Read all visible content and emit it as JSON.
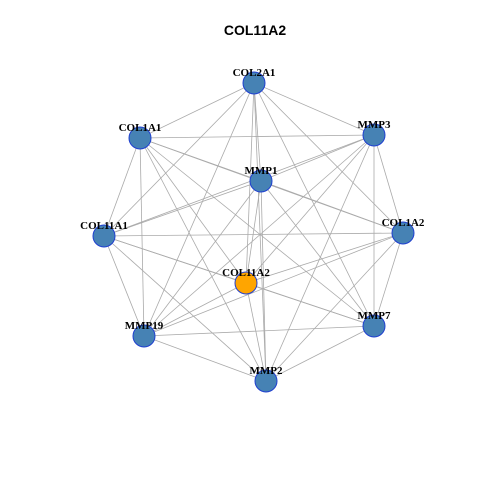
{
  "title": "COL11A2",
  "colors": {
    "edge": "#aaaaaa",
    "node_fill": "#4682b4",
    "node_border": "#1f3fd0",
    "center_fill": "#ffa500"
  },
  "nodes": [
    {
      "id": "COL2A1",
      "label": "COL2A1",
      "center": false
    },
    {
      "id": "COL1A1",
      "label": "COL1A1",
      "center": false
    },
    {
      "id": "MMP3",
      "label": "MMP3",
      "center": false
    },
    {
      "id": "MMP1",
      "label": "MMP1",
      "center": false
    },
    {
      "id": "COL11A1",
      "label": "COL11A1",
      "center": false
    },
    {
      "id": "COL1A2",
      "label": "COL1A2",
      "center": false
    },
    {
      "id": "COL11A2",
      "label": "COL11A2",
      "center": true
    },
    {
      "id": "MMP19",
      "label": "MMP19",
      "center": false
    },
    {
      "id": "MMP7",
      "label": "MMP7",
      "center": false
    },
    {
      "id": "MMP2",
      "label": "MMP2",
      "center": false
    }
  ],
  "edges": [
    [
      "COL2A1",
      "COL1A1"
    ],
    [
      "COL2A1",
      "MMP3"
    ],
    [
      "COL2A1",
      "MMP1"
    ],
    [
      "COL2A1",
      "COL11A1"
    ],
    [
      "COL2A1",
      "COL1A2"
    ],
    [
      "COL2A1",
      "COL11A2"
    ],
    [
      "COL2A1",
      "MMP19"
    ],
    [
      "COL2A1",
      "MMP7"
    ],
    [
      "COL2A1",
      "MMP2"
    ],
    [
      "COL1A1",
      "MMP3"
    ],
    [
      "COL1A1",
      "MMP1"
    ],
    [
      "COL1A1",
      "COL11A1"
    ],
    [
      "COL1A1",
      "COL1A2"
    ],
    [
      "COL1A1",
      "COL11A2"
    ],
    [
      "COL1A1",
      "MMP19"
    ],
    [
      "COL1A1",
      "MMP7"
    ],
    [
      "COL1A1",
      "MMP2"
    ],
    [
      "MMP3",
      "MMP1"
    ],
    [
      "MMP3",
      "COL11A1"
    ],
    [
      "MMP3",
      "COL1A2"
    ],
    [
      "MMP3",
      "COL11A2"
    ],
    [
      "MMP3",
      "MMP19"
    ],
    [
      "MMP3",
      "MMP7"
    ],
    [
      "MMP3",
      "MMP2"
    ],
    [
      "MMP1",
      "COL11A1"
    ],
    [
      "MMP1",
      "COL1A2"
    ],
    [
      "MMP1",
      "COL11A2"
    ],
    [
      "MMP1",
      "MMP19"
    ],
    [
      "MMP1",
      "MMP7"
    ],
    [
      "MMP1",
      "MMP2"
    ],
    [
      "COL11A1",
      "COL1A2"
    ],
    [
      "COL11A1",
      "COL11A2"
    ],
    [
      "COL11A1",
      "MMP19"
    ],
    [
      "COL11A1",
      "MMP7"
    ],
    [
      "COL11A1",
      "MMP2"
    ],
    [
      "COL1A2",
      "COL11A2"
    ],
    [
      "COL1A2",
      "MMP19"
    ],
    [
      "COL1A2",
      "MMP7"
    ],
    [
      "COL1A2",
      "MMP2"
    ],
    [
      "COL11A2",
      "MMP19"
    ],
    [
      "COL11A2",
      "MMP7"
    ],
    [
      "COL11A2",
      "MMP2"
    ],
    [
      "MMP19",
      "MMP7"
    ],
    [
      "MMP19",
      "MMP2"
    ],
    [
      "MMP7",
      "MMP2"
    ]
  ]
}
